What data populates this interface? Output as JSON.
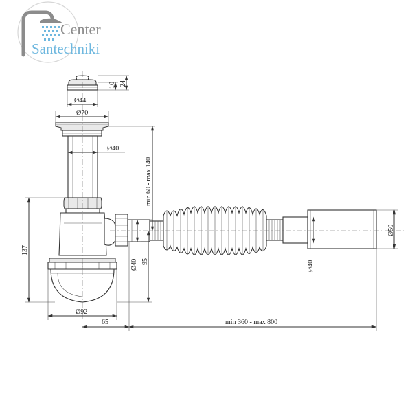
{
  "logo": {
    "line1": "Center",
    "line2": "Santechniki",
    "colors": {
      "gray": "#8c8c8c",
      "blue": "#6fb8df"
    },
    "icon": "shower-icon"
  },
  "dimensions": {
    "d44": "Ø44",
    "d70": "Ø70",
    "d40_pipe": "Ø40",
    "h10": "10",
    "h24": "24",
    "height_range": "min 60 - max 140",
    "h137": "137",
    "d40_outlet": "Ø40",
    "h95": "95",
    "d40_hose": "Ø40",
    "d50": "Ø50",
    "d92": "Ø92",
    "w65": "65",
    "length_range": "min 360 - max 800"
  }
}
